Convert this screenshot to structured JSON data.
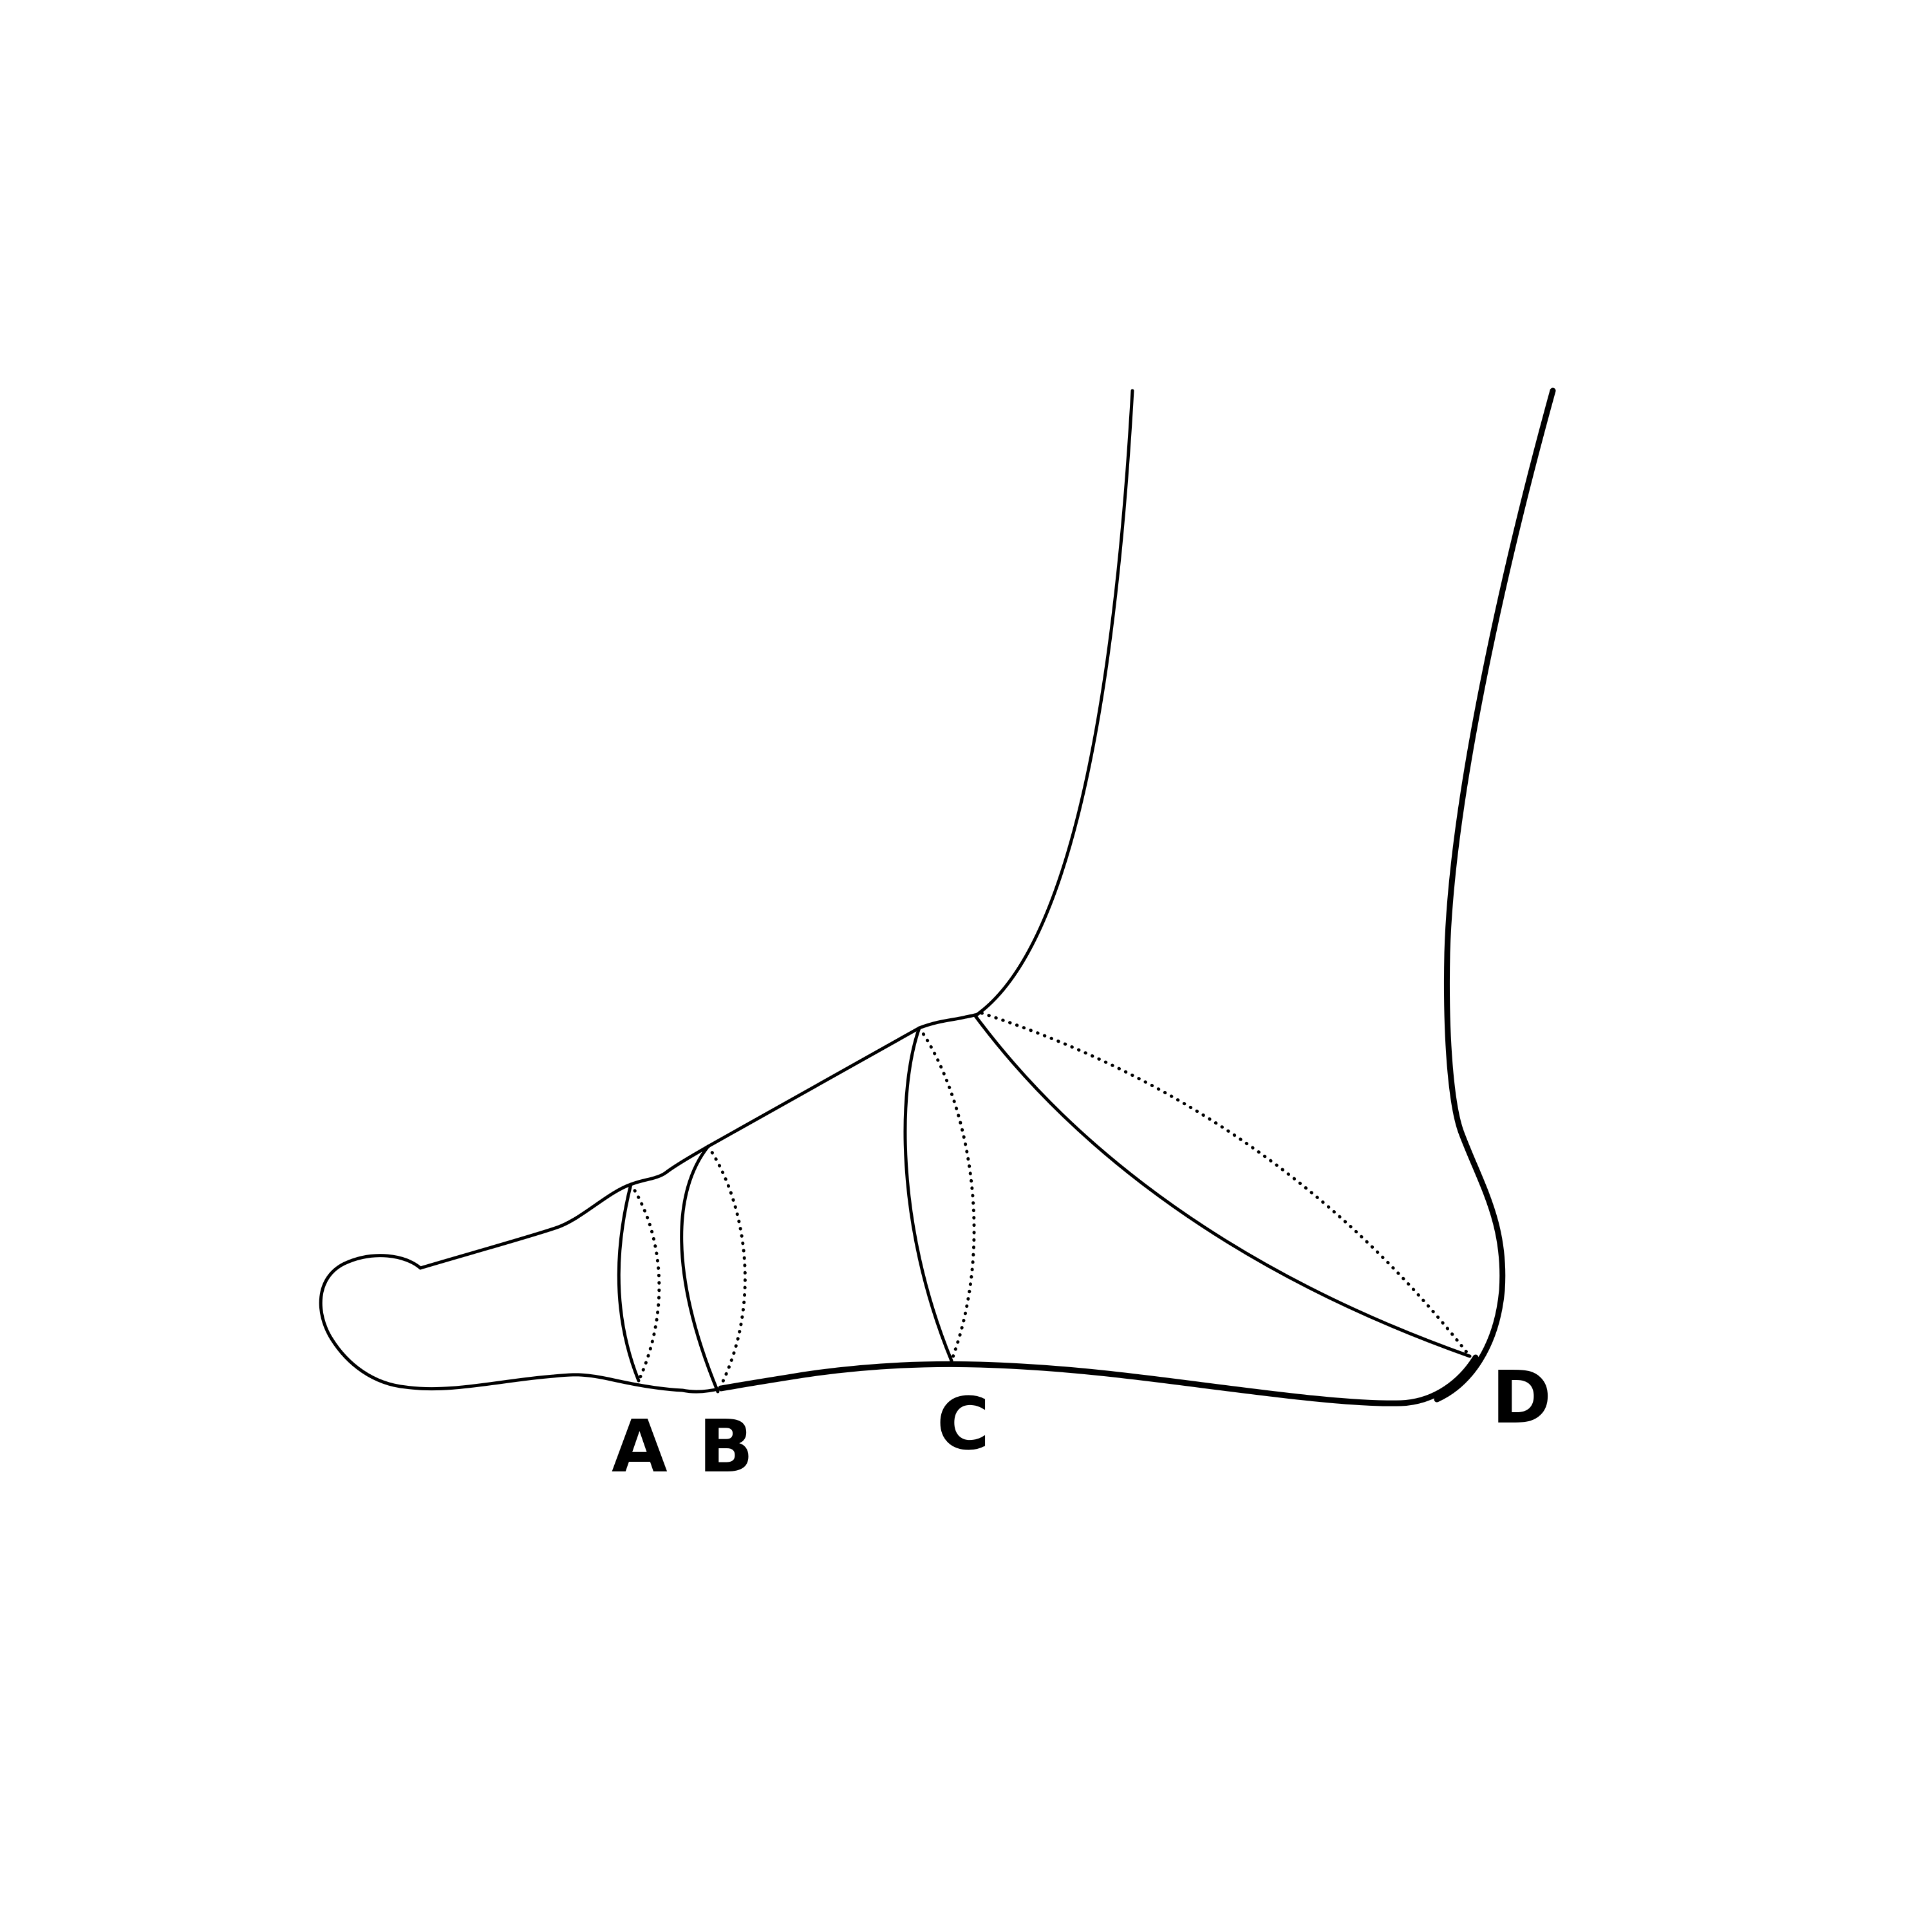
{
  "figure": {
    "subject": "foot-measurement-diagram",
    "line_color": "#000000",
    "background_color": "#ffffff"
  },
  "labels": {
    "a": "A",
    "b": "B",
    "c": "C",
    "d": "D"
  }
}
